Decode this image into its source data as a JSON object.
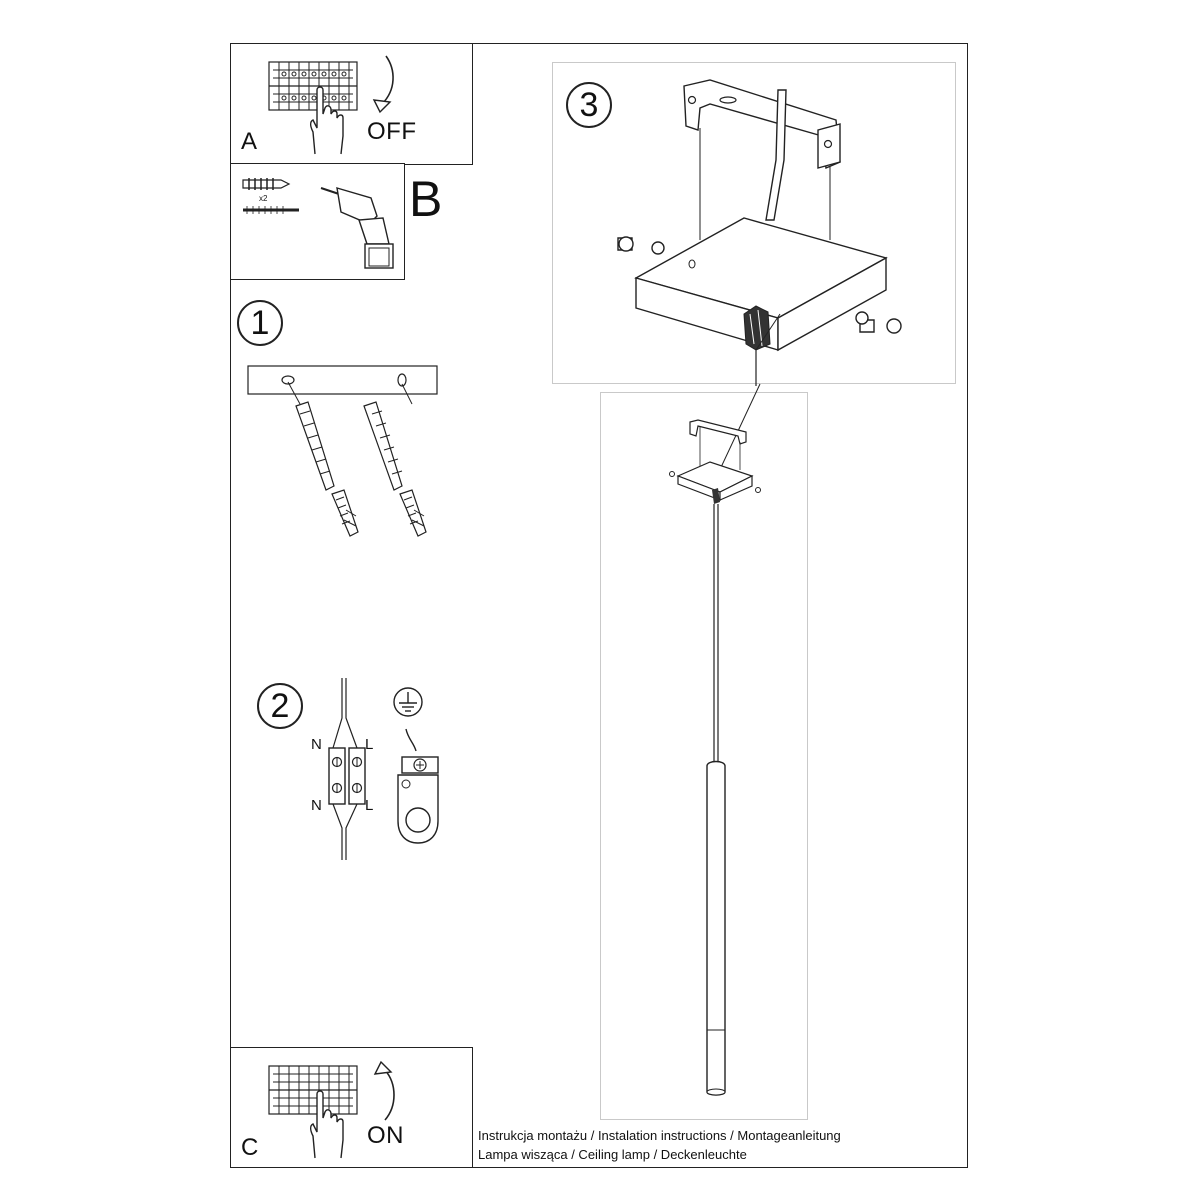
{
  "steps": {
    "a": {
      "letter": "A",
      "text": "OFF"
    },
    "b": {
      "letter": "B",
      "multiplier": "x2"
    },
    "c": {
      "letter": "C",
      "text": "ON"
    },
    "step1": "1",
    "step2": "2",
    "step3": "3"
  },
  "wiring": {
    "n_top": "N",
    "l_top": "L",
    "n_bottom": "N",
    "l_bottom": "L"
  },
  "caption": {
    "line1": "Instrukcja montażu / Instalation instructions / Montageanleitung",
    "line2": "Lampa wisząca / Ceiling lamp / Deckenleuchte"
  }
}
